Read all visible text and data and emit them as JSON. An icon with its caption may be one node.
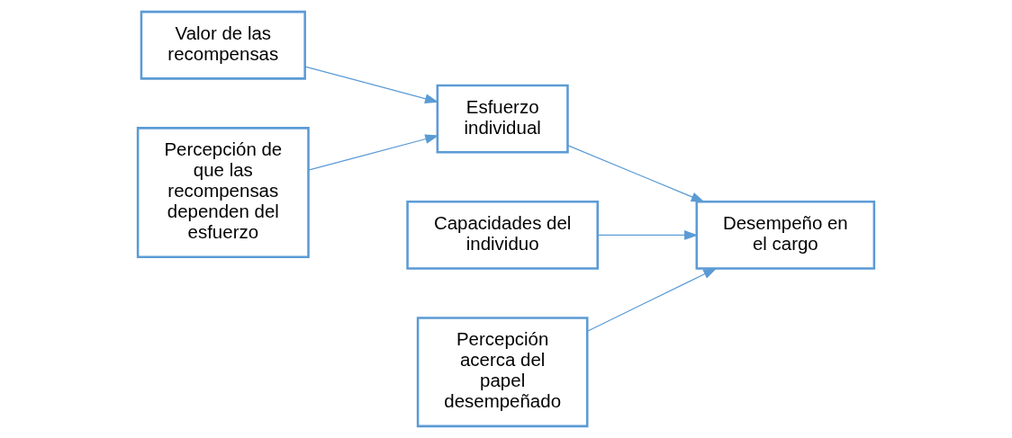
{
  "diagram": {
    "nodes": [
      {
        "text": [
          "Valor de las recompensas"
        ]
      },
      {
        "text": [
          "Capacidades del individuo"
        ]
      },
      {
        "text": [
          "Esfuerzo individual"
        ]
      },
      {
        "text": [
          "Desempeño en el cargo"
        ]
      },
      {
        "text": [
          "Percepción de que las recompensas dependen del esfuerzo"
        ]
      },
      {
        "text": [
          "Percepción acerca del papel desempeñado"
        ]
      }
    ],
    "edges": [
      {
        "from": 0,
        "to": 2,
        "arrow": "to"
      },
      {
        "from": 4,
        "to": 2,
        "arrow": "to"
      },
      {
        "from": 2,
        "to": 3,
        "arrow": "to"
      },
      {
        "from": 1,
        "to": 3,
        "arrow": "to"
      },
      {
        "from": 5,
        "to": 3,
        "arrow": "to"
      }
    ]
  }
}
